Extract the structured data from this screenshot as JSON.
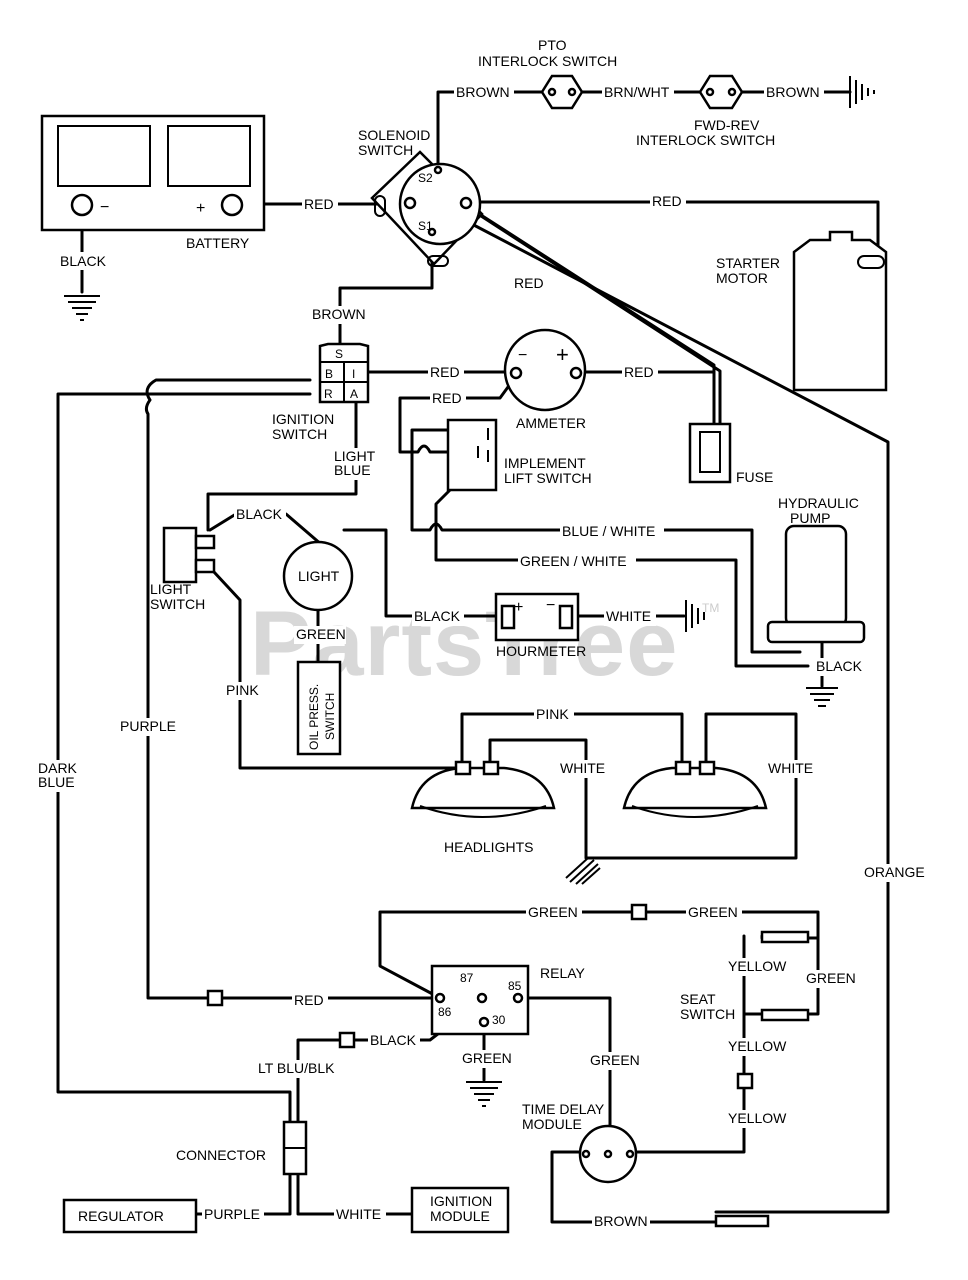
{
  "watermark": "PartsTree",
  "watermark_tm": "TM",
  "components": {
    "battery": "BATTERY",
    "battery_neg": "−",
    "battery_pos": "+",
    "solenoid": [
      "SOLENOID",
      "SWITCH"
    ],
    "s2": "S2",
    "s1": "S1",
    "pto": [
      "PTO",
      "INTERLOCK SWITCH"
    ],
    "fwd_rev": [
      "FWD-REV",
      "INTERLOCK SWITCH"
    ],
    "starter": [
      "STARTER",
      "MOTOR"
    ],
    "ignition": [
      "IGNITION",
      "SWITCH"
    ],
    "ign_s": "S",
    "ign_b": "B",
    "ign_i": "I",
    "ign_r": "R",
    "ign_a": "A",
    "ammeter": "AMMETER",
    "ammeter_neg": "−",
    "ammeter_pos": "+",
    "fuse": "FUSE",
    "implement": [
      "IMPLEMENT",
      "LIFT SWITCH"
    ],
    "hydraulic": [
      "HYDRAULIC",
      "PUMP"
    ],
    "light_switch": [
      "LIGHT",
      "SWITCH"
    ],
    "light": "LIGHT",
    "oil_press": [
      "OIL PRESS.",
      "SWITCH"
    ],
    "hourmeter": "HOURMETER",
    "hour_plus": "+",
    "hour_minus": "−",
    "headlights": "HEADLIGHTS",
    "relay": "RELAY",
    "r87": "87",
    "r86": "86",
    "r85": "85",
    "r30": "30",
    "seat_switch": [
      "SEAT",
      "SWITCH"
    ],
    "time_delay": [
      "TIME DELAY",
      "MODULE"
    ],
    "connector": "CONNECTOR",
    "regulator": "REGULATOR",
    "ignition_module": [
      "IGNITION",
      "MODULE"
    ]
  },
  "wires": {
    "black_batt": "BLACK",
    "red_batt": "RED",
    "brown_pto": "BROWN",
    "brn_wht": "BRN/WHT",
    "brown_fwd": "BROWN",
    "red_starter": "RED",
    "red_solenoid": "RED",
    "brown_ign": "BROWN",
    "red_amm1": "RED",
    "red_amm2": "RED",
    "red_fuse": "RED",
    "light_blue": [
      "LIGHT",
      "BLUE"
    ],
    "black_light": "BLACK",
    "blue_white": "BLUE / WHITE",
    "green_white": "GREEN / WHITE",
    "black_hour": "BLACK",
    "white_hour": "WHITE",
    "green_oil": "GREEN",
    "black_pump": "BLACK",
    "pink_ls": "PINK",
    "pink_head": "PINK",
    "white_head1": "WHITE",
    "white_head2": "WHITE",
    "purple": "PURPLE",
    "dark_blue": [
      "DARK",
      "BLUE"
    ],
    "orange": "ORANGE",
    "green_top1": "GREEN",
    "green_top2": "GREEN",
    "yellow1": "YELLOW",
    "green_seat": "GREEN",
    "yellow2": "YELLOW",
    "yellow3": "YELLOW",
    "red_relay": "RED",
    "black_relay": "BLACK",
    "green_relay": "GREEN",
    "green_tdm": "GREEN",
    "lt_blu_blk": "LT BLU/BLK",
    "purple_reg": "PURPLE",
    "white_ign": "WHITE",
    "brown_bottom": "BROWN"
  }
}
